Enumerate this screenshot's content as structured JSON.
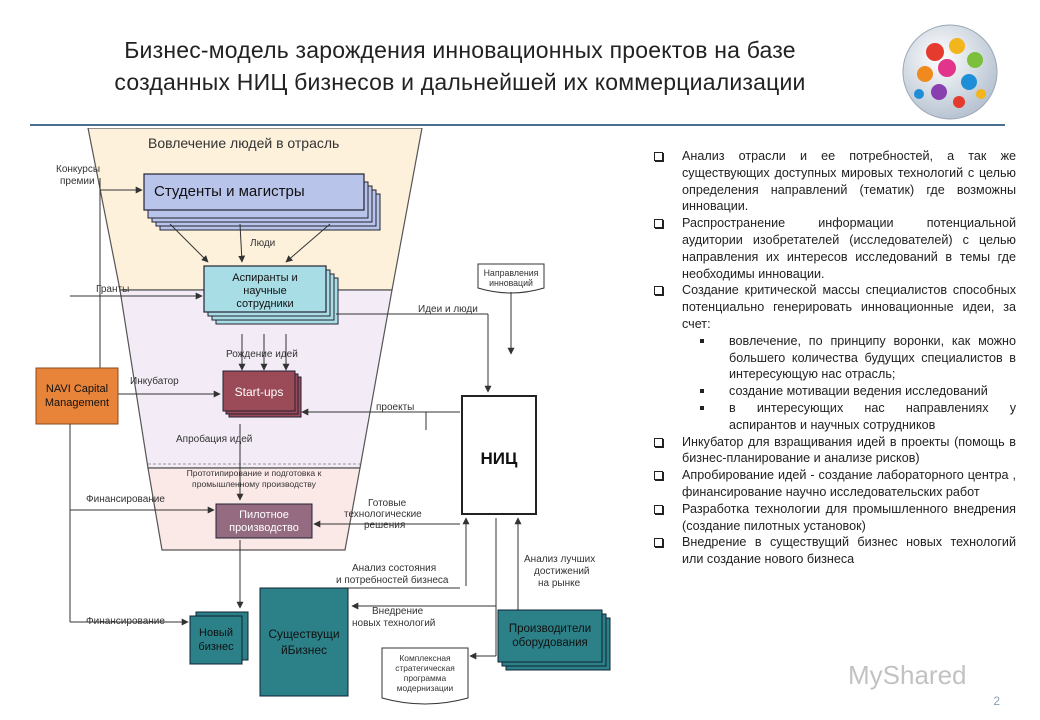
{
  "title_line1": "Бизнес-модель зарождения инновационных проектов на базе",
  "title_line2": "созданных НИЦ бизнесов и дальнейшей их коммерциализации",
  "page_number": "2",
  "watermark": "MyShared",
  "diagram": {
    "funnel_title": "Вовлечение людей в отрасль",
    "students": "Студенты и магистры",
    "people": "Люди",
    "postgrad_line1": "Аспиранты и",
    "postgrad_line2": "научные",
    "postgrad_line3": "сотрудники",
    "idea_birth": "Рождение идей",
    "startups": "Start-ups",
    "idea_approbation": "Апробация идей",
    "prototyping_line1": "Прототипирование и подготовка к",
    "prototyping_line2": "промышленному производству",
    "pilot_line1": "Пилотное",
    "pilot_line2": "производство",
    "contests_line1": "Конкурсы",
    "contests_line2": "премии",
    "grants": "Гранты",
    "incubator": "Инкубатор",
    "financing_1": "Финансирование",
    "financing_2": "Финансирование",
    "navi_line1": "NAVI Capital",
    "navi_line2": "Management",
    "directions_line1": "Направления",
    "directions_line2": "инноваций",
    "ideas_people": "Идеи и люди",
    "projects": "проекты",
    "nic": "НИЦ",
    "ready_line1": "Готовые",
    "ready_line2": "технологические",
    "ready_line3": "решения",
    "analysis_state_line1": "Анализ состояния",
    "analysis_state_line2": "и потребностей бизнеса",
    "analysis_best_line1": "Анализ лучших",
    "analysis_best_line2": "достижений",
    "analysis_best_line3": "на рынке",
    "new_tech_line1": "Внедрение",
    "new_tech_line2": "новых технологий",
    "new_business_line1": "Новый",
    "new_business_line2": "бизнес",
    "existing_line1": "Существущи",
    "existing_line2": "йБизнес",
    "manufacturers_line1": "Производители",
    "manufacturers_line2": "оборудования",
    "strategy_line1": "Комплексная",
    "strategy_line2": "стратегическая",
    "strategy_line3": "программа",
    "strategy_line4": "модернизации"
  },
  "bullets": [
    "Анализ отрасли и ее потребностей, а так же существующих доступных мировых технологий с целью определения направлений (тематик) где возможны инновации.",
    "Распространение информации потенциальной аудитории изобретателей (исследователей) с целью направления их интересов исследований в темы где необходимы инновации.",
    "Создание критической массы специалистов способных потенциально генерировать инновационные идеи, за счет:"
  ],
  "sub_bullets": [
    "вовлечение, по принципу воронки, как можно большего количества будущих специалистов в интересующую нас отрасль;",
    "создание мотивации ведения исследований",
    "в интересующих нас направлениях у аспирантов и научных сотрудников"
  ],
  "bullets_after": [
    "Инкубатор для взращивания идей в проекты (помощь в бизнес-планирование и анализе рисков)",
    "Апробирование идей - создание лабораторного центра , финансирование научно исследовательских работ",
    "Разработка технологии для промышленного внедрения (создание пилотных установок)",
    "Внедрение в существущий бизнес новых технологий или создание нового бизнеса"
  ],
  "colors": {
    "funnel_top": "#fdf1dc",
    "funnel_mid": "#f3ecf7",
    "students_box": "#b9c4ea",
    "postgrad_box": "#a9dde6",
    "startups_box": "#9b4a58",
    "pilot_box": "#946b80",
    "navi_box": "#e8833a",
    "teal_box": "#2c8088",
    "rule": "#4a6f8f"
  }
}
